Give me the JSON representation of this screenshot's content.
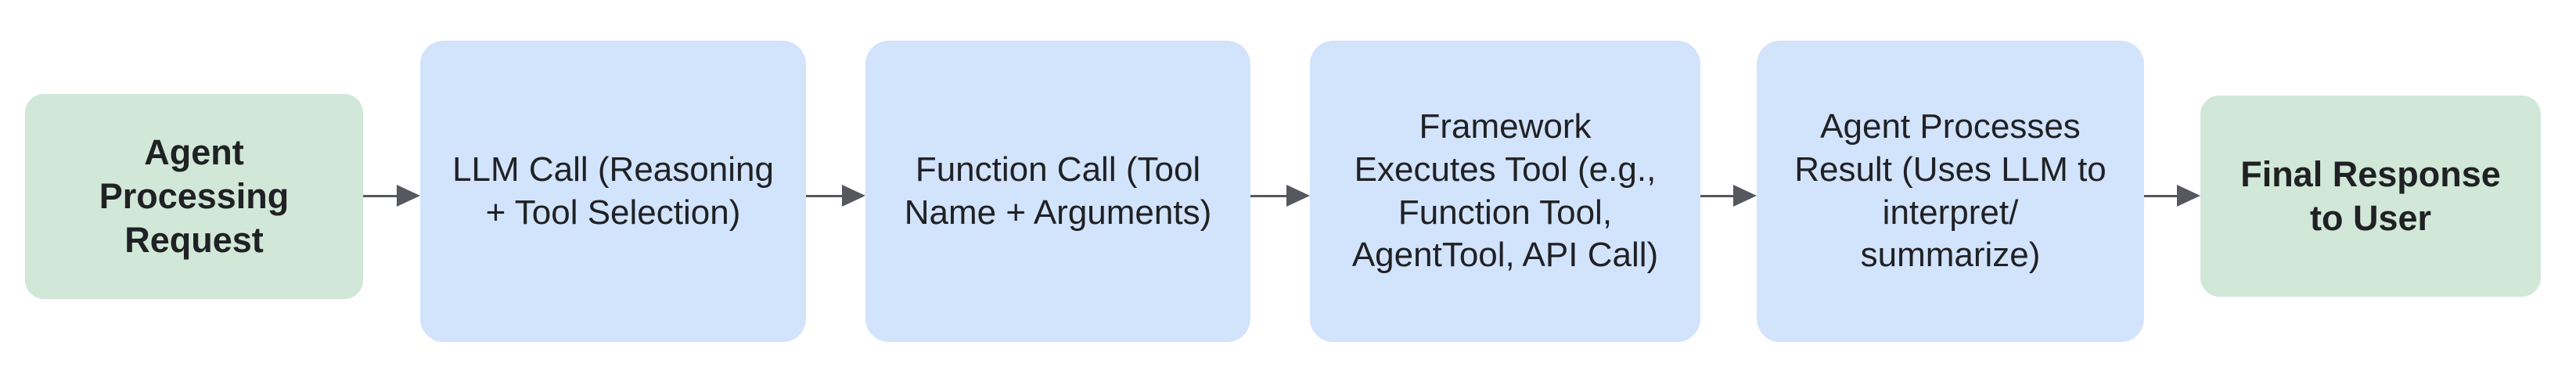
{
  "diagram": {
    "type": "flowchart",
    "direction": "left-to-right",
    "colors": {
      "terminal_fill": "#D1E7D8",
      "process_fill": "#D2E3FC",
      "arrow": "#55585E",
      "text": "#202124",
      "background": "#FFFFFF"
    },
    "nodes": [
      {
        "id": "agent-processing-request",
        "type": "terminal",
        "label": "Agent\nProcessing\nRequest",
        "text": "Agent Processing Request"
      },
      {
        "id": "llm-call",
        "type": "process",
        "label": "LLM Call (Reasoning\n+ Tool Selection)",
        "text": "LLM Call (Reasoning + Tool Selection)"
      },
      {
        "id": "function-call",
        "type": "process",
        "label": "Function Call (Tool\nName + Arguments)",
        "text": "Function Call (Tool Name + Arguments)"
      },
      {
        "id": "framework-executes-tool",
        "type": "process",
        "label": "Framework\nExecutes Tool (e.g.,\nFunction Tool,\nAgentTool, API Call)",
        "text": "Framework Executes Tool (e.g., Function Tool, AgentTool, API Call)"
      },
      {
        "id": "agent-processes-result",
        "type": "process",
        "label": "Agent Processes\nResult (Uses LLM to\ninterpret/\nsummarize)",
        "text": "Agent Processes Result (Uses LLM to interpret/ summarize)"
      },
      {
        "id": "final-response-to-user",
        "type": "terminal",
        "label": "Final Response\nto User",
        "text": "Final Response to User"
      }
    ],
    "connections": [
      {
        "from": "agent-processing-request",
        "to": "llm-call"
      },
      {
        "from": "llm-call",
        "to": "function-call"
      },
      {
        "from": "function-call",
        "to": "framework-executes-tool"
      },
      {
        "from": "framework-executes-tool",
        "to": "agent-processes-result"
      },
      {
        "from": "agent-processes-result",
        "to": "final-response-to-user"
      }
    ]
  }
}
